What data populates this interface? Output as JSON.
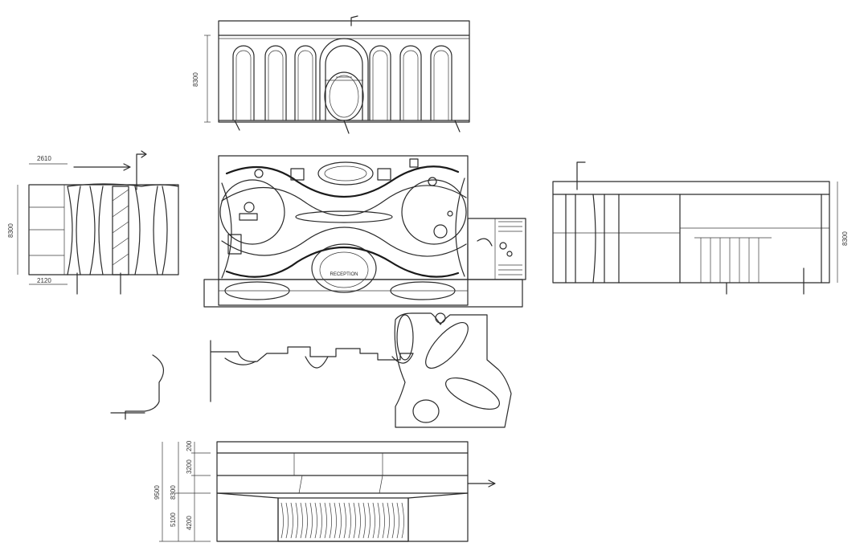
{
  "dimensions": {
    "front_height": "8300",
    "left_width": "2610",
    "left_height": "8300",
    "left_bottom": "2120",
    "right_height": "8300",
    "section_total": "9500",
    "section_mid": "8300",
    "section_a": "200",
    "section_b": "3200",
    "section_c": "5100",
    "section_d": "4200"
  },
  "notes": {
    "top_center": "",
    "top_left_bottom": "",
    "top_mid_bottom": "",
    "top_right_bottom": "",
    "left_top": "",
    "left_bottom": "",
    "right_top": "",
    "right_bottom_a": "",
    "right_bottom_b": "",
    "section_right": ""
  },
  "plan": {
    "reception_cn": "",
    "reception_en": "RECEPTION"
  },
  "colors": {
    "ink": "#2a2a2a",
    "paper": "#ffffff"
  }
}
